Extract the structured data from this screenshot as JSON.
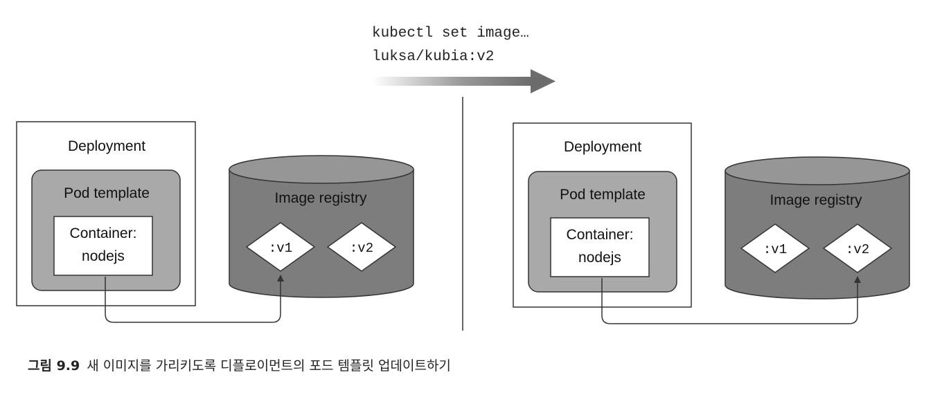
{
  "command": {
    "line1": "kubectl set image…",
    "line2": "luksa/kubia:v2"
  },
  "before": {
    "deployment_label": "Deployment",
    "pod_template_label": "Pod template",
    "container_line1": "Container:",
    "container_line2": "nodejs",
    "registry_label": "Image registry",
    "tag_v1": ":v1",
    "tag_v2": ":v2",
    "points_to": ":v1"
  },
  "after": {
    "deployment_label": "Deployment",
    "pod_template_label": "Pod template",
    "container_line1": "Container:",
    "container_line2": "nodejs",
    "registry_label": "Image registry",
    "tag_v1": ":v1",
    "tag_v2": ":v2",
    "points_to": ":v2"
  },
  "caption": {
    "number": "그림 9.9",
    "text": "새 이미지를 가리키도록 디플로이먼트의 포드 템플릿 업데이트하기"
  },
  "colors": {
    "pod_template_fill": "#a9a9a9",
    "registry_fill": "#7d7d7d",
    "registry_top": "#969696",
    "arrow_dark": "#6c6c6c",
    "line": "#333333"
  }
}
